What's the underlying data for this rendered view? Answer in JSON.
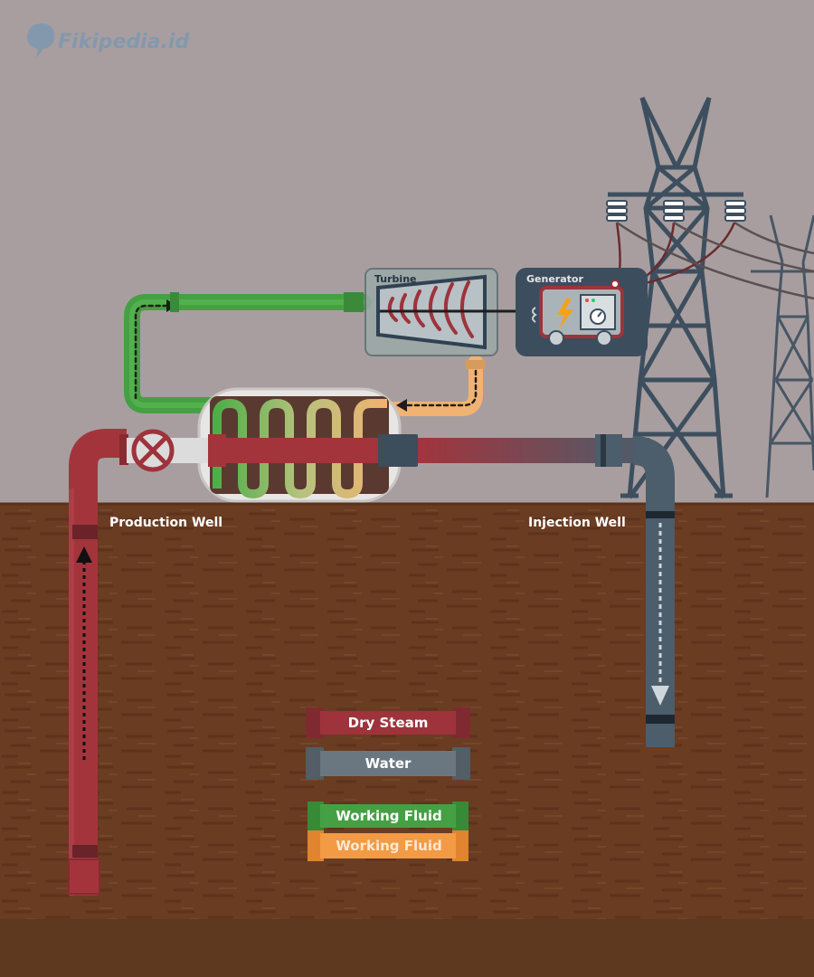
{
  "watermark": {
    "text": "Fikipedia.id"
  },
  "components": {
    "turbine": "Turbine",
    "generator": "Generator"
  },
  "wells": {
    "production": "Production Well",
    "injection": "Injection Well"
  },
  "legend": [
    {
      "label": "Dry Steam",
      "color": "#9e333b"
    },
    {
      "label": "Water",
      "color": "#6b7780"
    },
    {
      "label": "Working Fluid",
      "color": "#45a044"
    },
    {
      "label": "Working Fluid",
      "color": "#f39a45"
    }
  ],
  "colors": {
    "sky": "#a89e9f",
    "ground": "#6a3c22",
    "ground_bottom": "#5e381f",
    "steam": "#9e333b",
    "water": "#475a68",
    "working_fluid_green": "#45a044",
    "working_fluid_orange": "#f2b272",
    "tower": "#3d4f5f",
    "generator_box": "#3c4d5e"
  },
  "icons": [
    "valve-icon",
    "lightning-icon",
    "gauge-icon"
  ]
}
